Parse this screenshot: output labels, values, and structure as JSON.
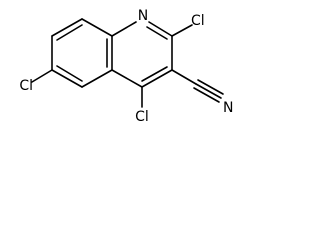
{
  "molecule": {
    "atoms": {
      "n1": "N",
      "cl_c2": "Cl",
      "cl_c4": "Cl",
      "cl_c6": "Cl",
      "n_nitrile": "N"
    }
  }
}
